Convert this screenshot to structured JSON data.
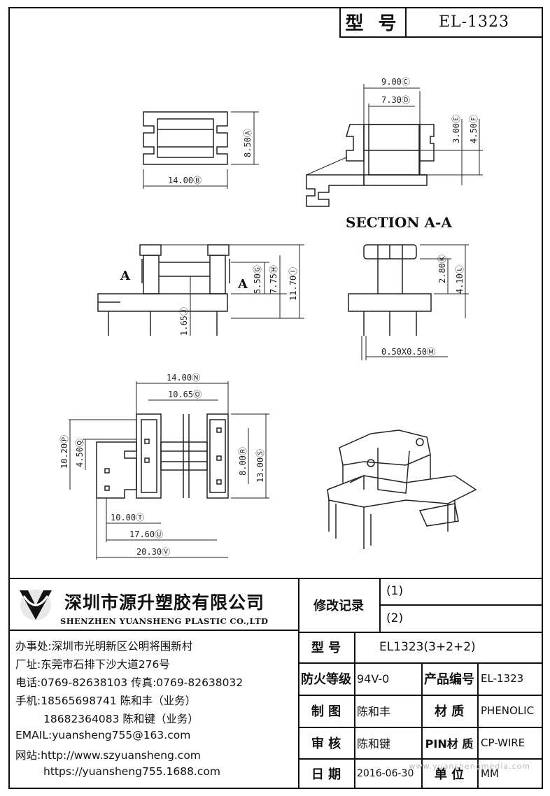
{
  "title_block": {
    "model_label": "型 号",
    "model_value": "EL-1323"
  },
  "drawing": {
    "section_label": "SECTION A-A",
    "arrow_label": "A",
    "dimensions": {
      "A": "8.50Ⓐ",
      "B": "14.00Ⓑ",
      "C": "9.00Ⓒ",
      "D": "7.30Ⓓ",
      "E": "3.00Ⓔ",
      "F": "4.50Ⓕ",
      "G": "5.50Ⓖ",
      "H": "7.75Ⓗ",
      "I": "11.70Ⓘ",
      "J": "1.65Ⓙ",
      "K": "2.80Ⓚ",
      "L": "4.10Ⓛ",
      "M": "0.50X0.50Ⓜ",
      "N": "14.00Ⓝ",
      "O": "10.65Ⓞ",
      "P": "10.20Ⓟ",
      "Q": "4.50Ⓠ",
      "R": "8.00Ⓡ",
      "S": "13.00Ⓢ",
      "T": "10.00Ⓣ",
      "U": "17.60Ⓤ",
      "V": "20.30Ⓥ"
    }
  },
  "company": {
    "name_cn": "深圳市源升塑胶有限公司",
    "name_en": "SHENZHEN YUANSHENG PLASTIC CO.,LTD",
    "office": "办事处:深圳市光明新区公明将围新村",
    "factory": "厂址:东莞市石排下沙大道276号",
    "phone": "电话:0769-82638103 传真:0769-82638032",
    "mobile1": "手机:18565698741 陈和丰（业务）",
    "mobile2": "18682364083 陈和键（业务）",
    "email": "EMAIL:yuansheng755@163.com",
    "web1": "网站:http://www.szyuansheng.com",
    "web2": "https://yuansheng755.1688.com"
  },
  "revision": {
    "label": "修改记录",
    "row1": "(1)",
    "row2": "(2)"
  },
  "specs": {
    "model_label": "型 号",
    "model_value": "EL1323(3+2+2)",
    "fire_label": "防火等级",
    "fire_value": "94V-0",
    "product_no_label": "产品编号",
    "product_no_value": "EL-1323",
    "drawn_label": "制 图",
    "drawn_value": "陈和丰",
    "material_label": "材 质",
    "material_value": "PHENOLIC",
    "review_label": "审 核",
    "review_value": "陈和键",
    "pin_material_label": "PIN材 质",
    "pin_material_value": "CP-WIRE",
    "date_label": "日 期",
    "date_value": "2016-06-30",
    "unit_label": "单 位",
    "unit_value": "MM"
  },
  "watermark": "www.yuanshengmedia.com"
}
